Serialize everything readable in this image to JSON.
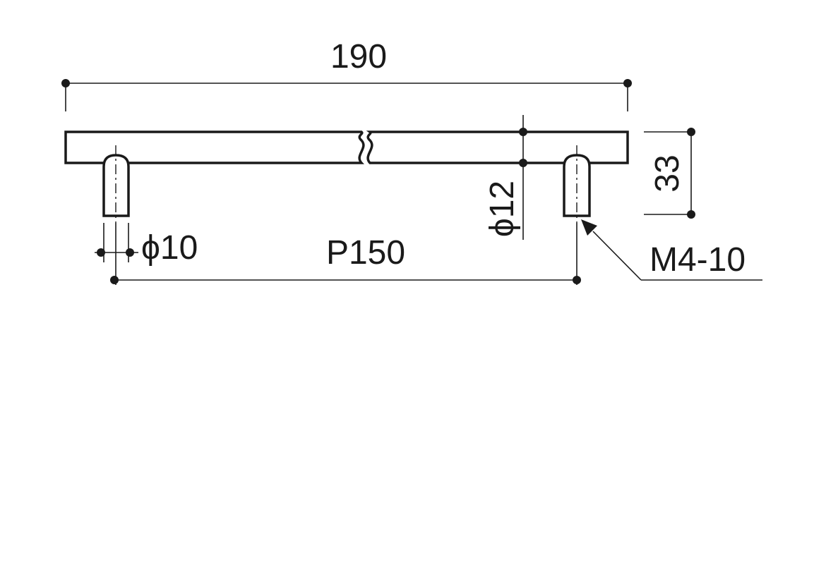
{
  "dimensions": {
    "overall_length": "190",
    "overall_height": "33",
    "bar_diameter": "ϕ12",
    "leg_diameter": "ϕ10",
    "pitch": "P150",
    "screw": "M4-10"
  }
}
